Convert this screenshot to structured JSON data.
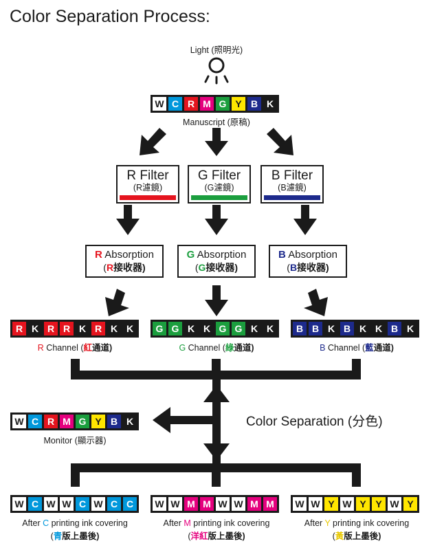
{
  "title": "Color Separation Process:",
  "light_label": "Light (照明光)",
  "icons": {
    "light": "light-bulb-icon",
    "arrow": "arrow-icon"
  },
  "colors": {
    "W": {
      "bg": "#ffffff",
      "fg": "#1a1a1a"
    },
    "C": {
      "bg": "#0098dc",
      "fg": "#ffffff"
    },
    "R": {
      "bg": "#e5141e",
      "fg": "#ffffff"
    },
    "M": {
      "bg": "#e5007e",
      "fg": "#ffffff"
    },
    "G": {
      "bg": "#1b9e3e",
      "fg": "#ffffff"
    },
    "Y": {
      "bg": "#ffe600",
      "fg": "#1a1a1a"
    },
    "B": {
      "bg": "#1d2a8c",
      "fg": "#ffffff"
    },
    "K": {
      "bg": "#1a1a1a",
      "fg": "#ffffff"
    }
  },
  "manuscript": {
    "cells": [
      "W",
      "C",
      "R",
      "M",
      "G",
      "Y",
      "B",
      "K"
    ],
    "label": "Manuscript (原稿)"
  },
  "filters": [
    {
      "title": "R Filter",
      "sub": "(R濾鏡)",
      "bar_color": "#e5141e"
    },
    {
      "title": "G Filter",
      "sub": "(G濾鏡)",
      "bar_color": "#1b9e3e"
    },
    {
      "title": "B Filter",
      "sub": "(B濾鏡)",
      "bar_color": "#1d2a8c"
    }
  ],
  "absorptions": [
    {
      "letter": "R",
      "rest": " Absorption",
      "sub_open": "(",
      "sub_letter": "R",
      "sub_rest": "接收器)",
      "color": "#e5141e"
    },
    {
      "letter": "G",
      "rest": " Absorption",
      "sub_open": "(",
      "sub_letter": "G",
      "sub_rest": "接收器)",
      "color": "#1b9e3e"
    },
    {
      "letter": "B",
      "rest": " Absorption",
      "sub_open": "(",
      "sub_letter": "B",
      "sub_rest": "接收器)",
      "color": "#1d2a8c"
    }
  ],
  "channels": [
    {
      "cells": [
        "R",
        "K",
        "R",
        "R",
        "K",
        "R",
        "K",
        "K"
      ],
      "letter": "R",
      "mid": " Channel (",
      "colored": "紅",
      "tail": "通道)",
      "color": "#e5141e"
    },
    {
      "cells": [
        "G",
        "G",
        "K",
        "K",
        "G",
        "G",
        "K",
        "K"
      ],
      "letter": "G",
      "mid": " Channel (",
      "colored": "綠",
      "tail": "通道)",
      "color": "#1b9e3e"
    },
    {
      "cells": [
        "B",
        "B",
        "K",
        "B",
        "K",
        "K",
        "B",
        "K"
      ],
      "letter": "B",
      "mid": " Channel (",
      "colored": "藍",
      "tail": "通道)",
      "color": "#1d2a8c"
    }
  ],
  "monitor": {
    "cells": [
      "W",
      "C",
      "R",
      "M",
      "G",
      "Y",
      "B",
      "K"
    ],
    "label": "Monitor (顯示器)"
  },
  "separation_label": "Color Separation (分色)",
  "outputs": [
    {
      "cells": [
        "W",
        "C",
        "W",
        "W",
        "C",
        "W",
        "C",
        "C"
      ],
      "pre": "After ",
      "letter": "C",
      "line1_tail": " printing ink covering",
      "open": "(",
      "colored": "青",
      "tail": "版上墨後)",
      "color": "#0098dc"
    },
    {
      "cells": [
        "W",
        "W",
        "M",
        "M",
        "W",
        "W",
        "M",
        "M"
      ],
      "pre": "After ",
      "letter": "M",
      "line1_tail": " printing ink covering",
      "open": "(",
      "colored": "洋紅",
      "tail": "版上墨後)",
      "color": "#e5007e"
    },
    {
      "cells": [
        "W",
        "W",
        "Y",
        "W",
        "Y",
        "Y",
        "W",
        "Y"
      ],
      "pre": "After ",
      "letter": "Y",
      "line1_tail": " printing ink covering",
      "open": "(",
      "colored": "黃",
      "tail": "版上墨後)",
      "color": "#e8c800"
    }
  ]
}
